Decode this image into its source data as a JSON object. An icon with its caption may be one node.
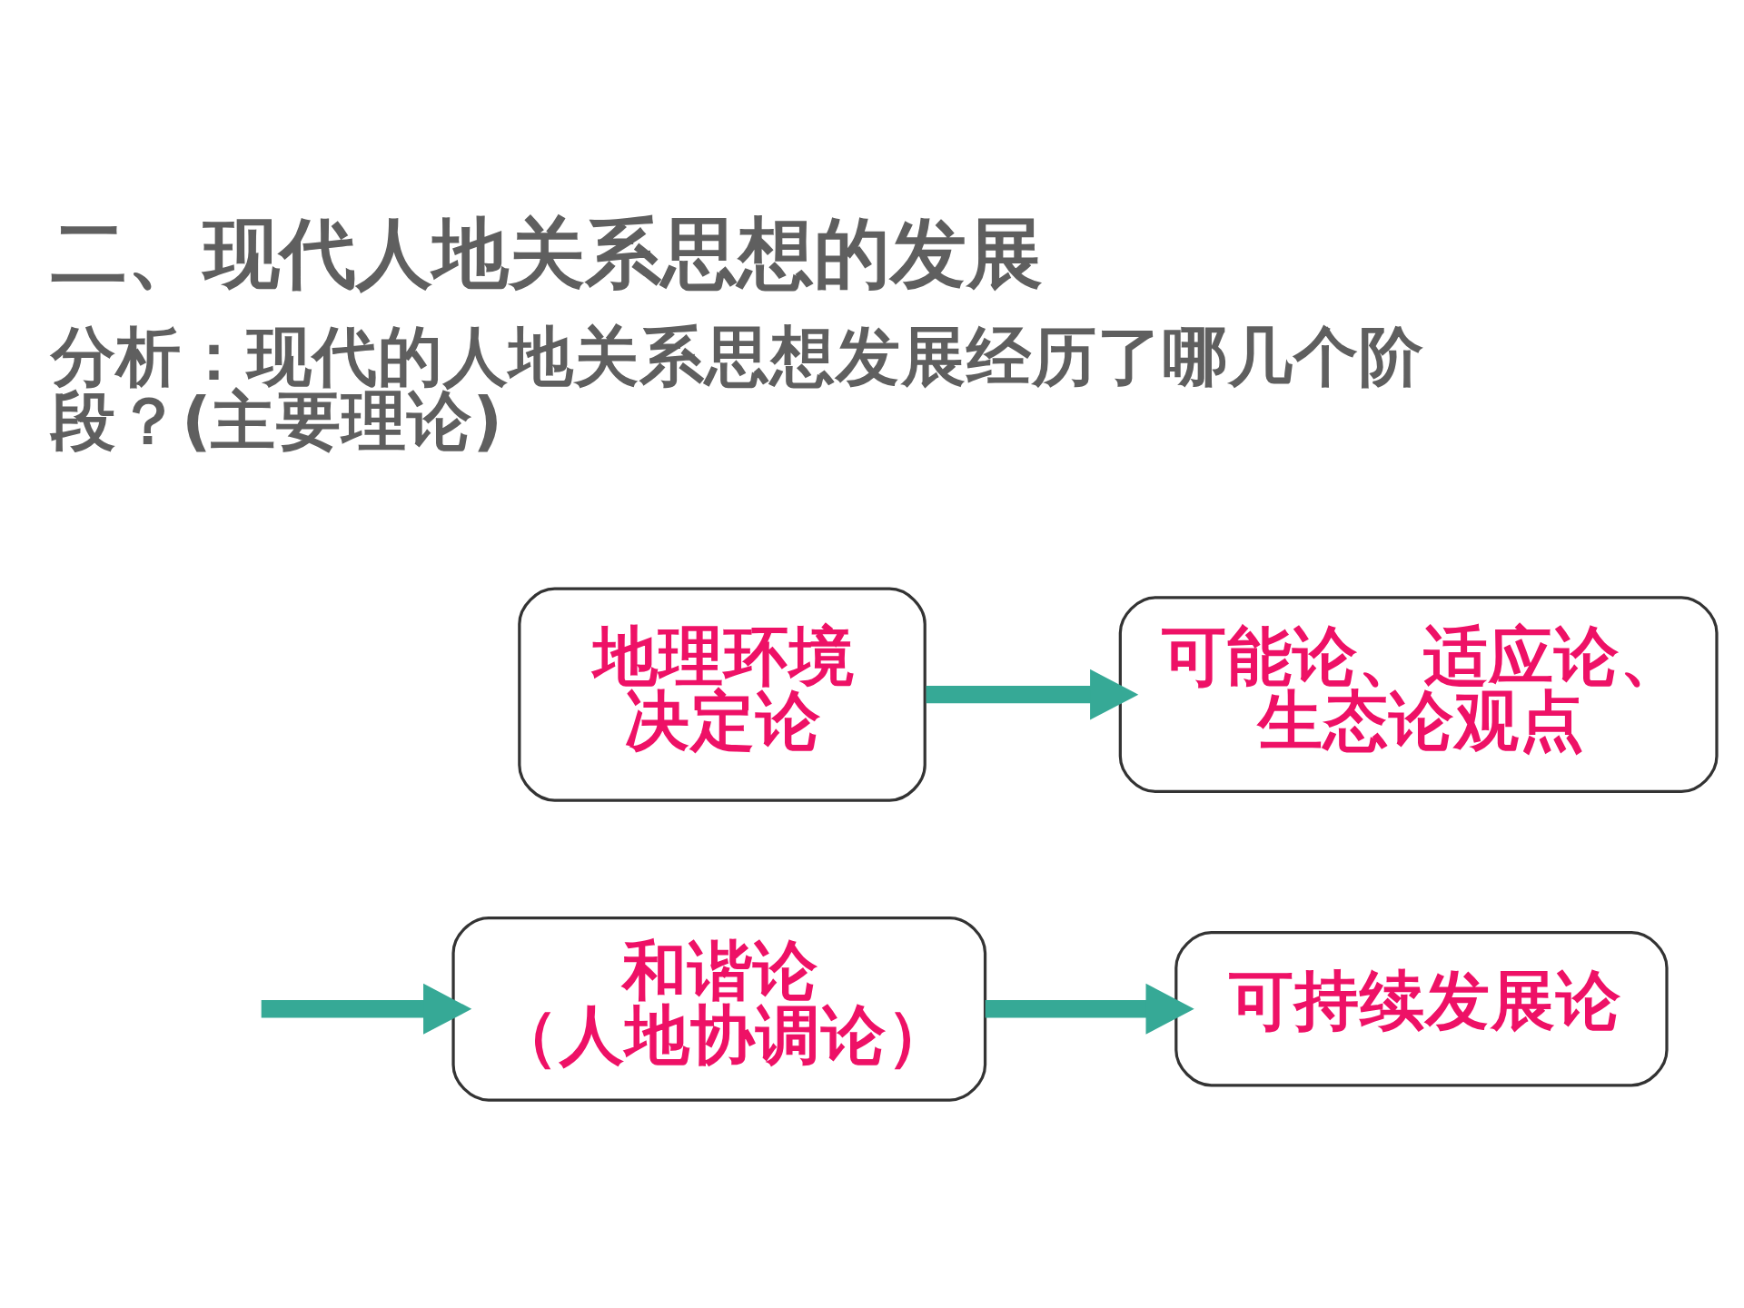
{
  "diagram": {
    "title": "二、现代人地关系思想的发展",
    "nodes": [
      {
        "text": [
          "地理环境决定论"
        ]
      },
      {
        "text": [
          "可能论、适应论、生态论观点"
        ]
      },
      {
        "text": [
          "和谐论（人地协调论）"
        ]
      },
      {
        "text": [
          "可持续发展论"
        ]
      }
    ],
    "edges": [
      {
        "from": 0,
        "to": 1,
        "arrow": "to"
      },
      {
        "from": null,
        "to": 2,
        "arrow": "to"
      },
      {
        "from": 2,
        "to": 3,
        "arrow": "to"
      }
    ],
    "labels": [
      "分析：现代的人地关系思想发展经历了哪几个阶段？(主要理论)"
    ]
  }
}
